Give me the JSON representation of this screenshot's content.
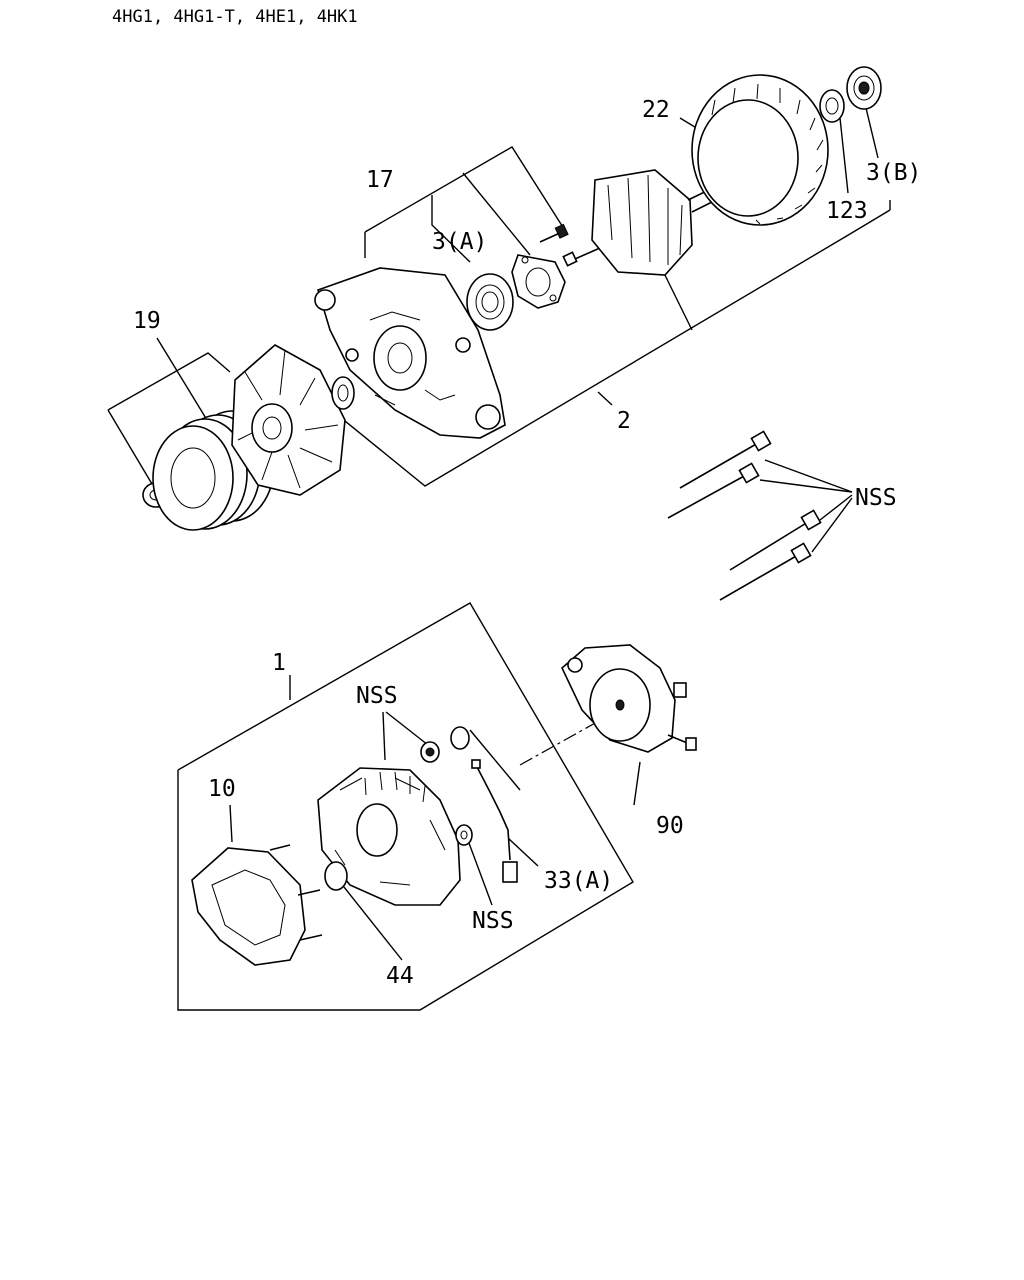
{
  "header": {
    "engine_models": "4HG1, 4HG1-T, 4HE1, 4HK1"
  },
  "labels": {
    "l22": "22",
    "l17": "17",
    "l3a": "3(A)",
    "l3b": "3(B)",
    "l123": "123",
    "l19": "19",
    "l2": "2",
    "nss_bolts": "NSS",
    "l1": "1",
    "nss_nut": "NSS",
    "l10": "10",
    "l90": "90",
    "l33a": "33(A)",
    "nss_washer": "NSS",
    "l44": "44"
  }
}
